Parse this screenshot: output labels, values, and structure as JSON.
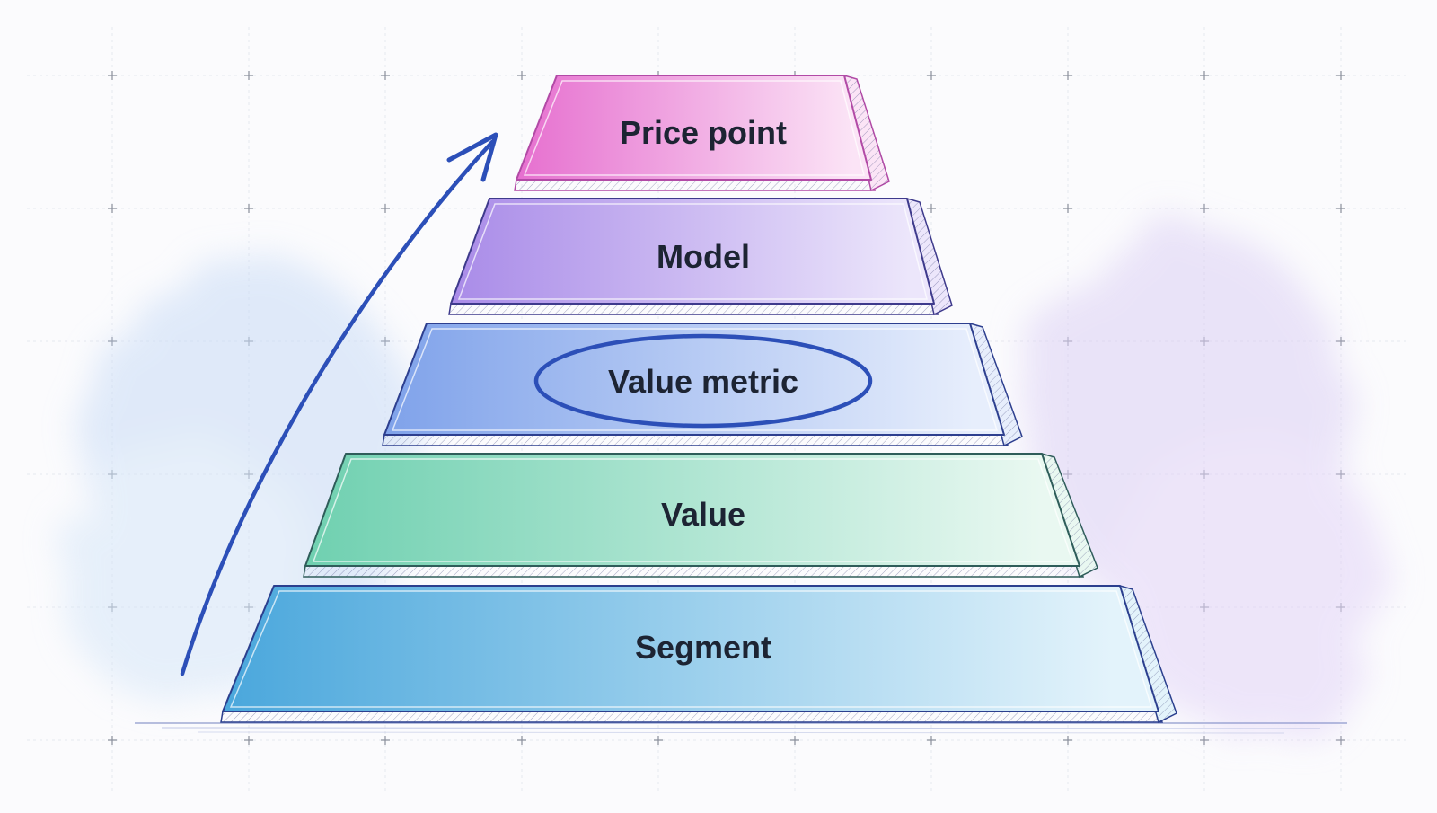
{
  "diagram": {
    "tiers": [
      {
        "id": "price-point",
        "label": "Price point",
        "color_left": "#e66fcf",
        "color_right": "#fbe4f6",
        "edge": "#b24aa6"
      },
      {
        "id": "model",
        "label": "Model",
        "color_left": "#a98be8",
        "color_right": "#ece6fb",
        "edge": "#3e3a8c"
      },
      {
        "id": "value-metric",
        "label": "Value metric",
        "color_left": "#7fa2ea",
        "color_right": "#e7eefc",
        "edge": "#2d3f8f",
        "highlighted": true
      },
      {
        "id": "value",
        "label": "Value",
        "color_left": "#6fd0b0",
        "color_right": "#e9f8f1",
        "edge": "#2f5d5a"
      },
      {
        "id": "segment",
        "label": "Segment",
        "color_left": "#4aa7dc",
        "color_right": "#e3f3fb",
        "edge": "#2b3f8e"
      }
    ],
    "highlight_color": "#2c4fb8",
    "arrow_color": "#2c4fb8"
  }
}
